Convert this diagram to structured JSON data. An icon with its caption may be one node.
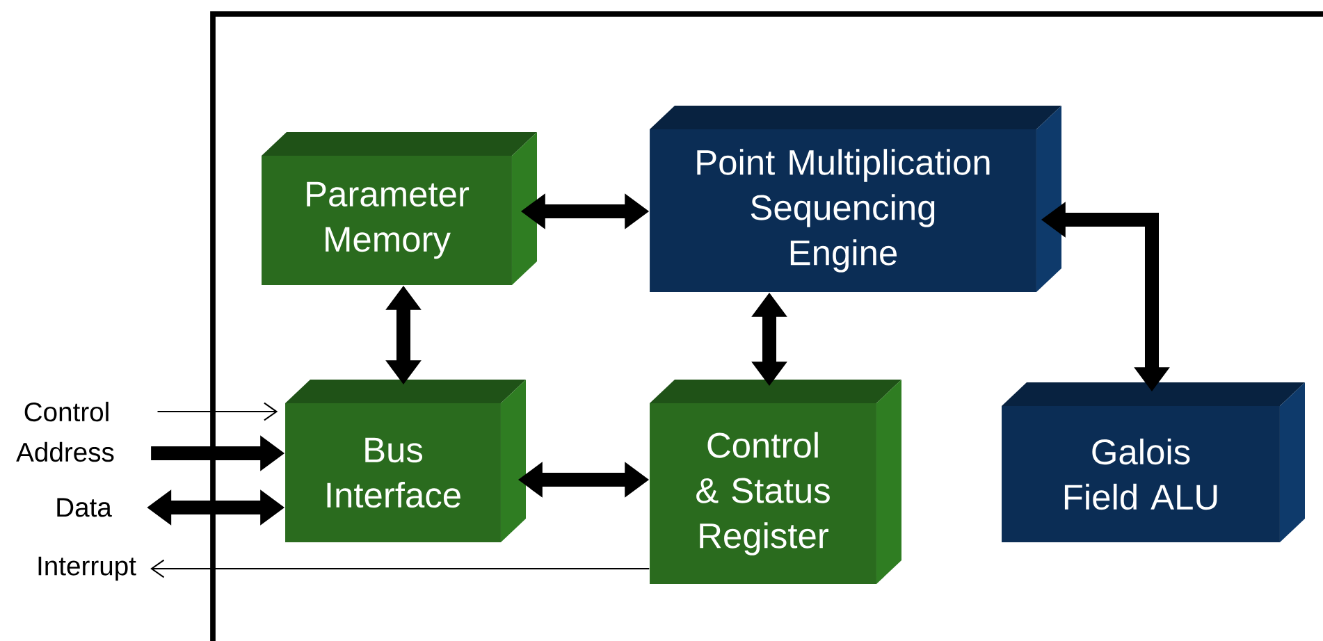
{
  "diagram": {
    "nodes": [
      {
        "text": [
          "Parameter Memory"
        ]
      },
      {
        "text": [
          "Point Multiplication Sequencing Engine"
        ]
      },
      {
        "text": [
          "Bus Interface"
        ]
      },
      {
        "text": [
          "Control & Status Register"
        ]
      },
      {
        "text": [
          "Galois Field ALU"
        ]
      },
      {
        "text": [
          "Control"
        ]
      },
      {
        "text": [
          "Address"
        ]
      },
      {
        "text": [
          "Data"
        ]
      },
      {
        "text": [
          "Interrupt"
        ]
      }
    ],
    "edges": [
      {
        "from": 0,
        "to": 1,
        "arrow": "both"
      },
      {
        "from": 0,
        "to": 2,
        "arrow": "both"
      },
      {
        "from": 2,
        "to": 3,
        "arrow": "both"
      },
      {
        "from": 1,
        "to": 3,
        "arrow": "both"
      },
      {
        "from": 1,
        "to": 4,
        "arrow": "both"
      },
      {
        "from": 5,
        "to": 2,
        "arrow": "to"
      },
      {
        "from": 6,
        "to": 2,
        "arrow": "to"
      },
      {
        "from": 7,
        "to": 2,
        "arrow": "both"
      },
      {
        "from": 3,
        "to": 8,
        "arrow": "to"
      }
    ]
  }
}
